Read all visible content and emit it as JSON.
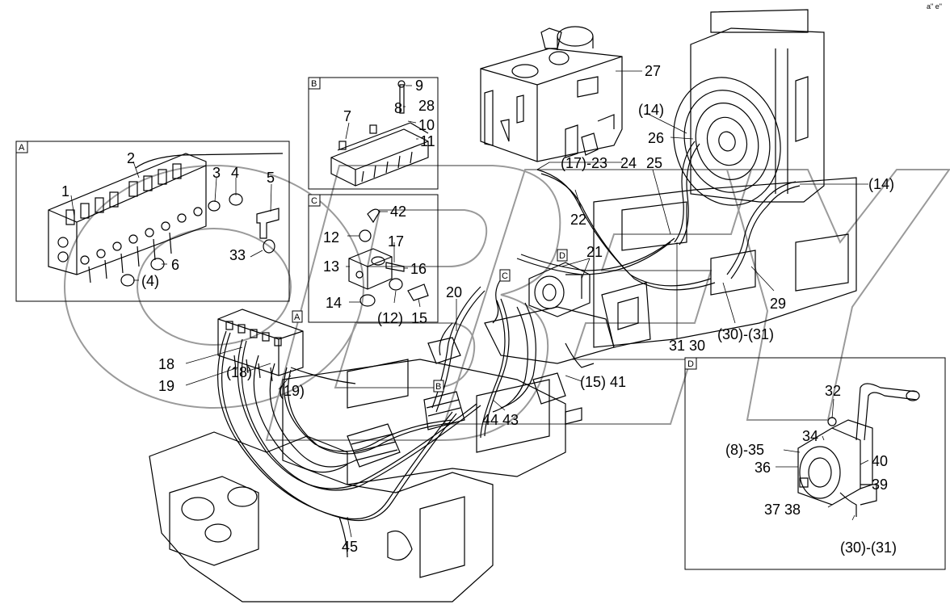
{
  "watermark": "OBEY",
  "corner_mark": "a\" e\"",
  "callouts": {
    "c1": "1",
    "c2": "2",
    "c3": "3",
    "c4": "4",
    "c5": "5",
    "c6": "6",
    "c4b": "(4)",
    "c33": "33",
    "c7": "7",
    "c8": "8",
    "c9": "9",
    "c28": "28",
    "c10": "10",
    "c11": "11",
    "c42": "42",
    "c12": "12",
    "c17": "17",
    "c13": "13",
    "c16": "16",
    "c14": "14",
    "c12b": "(12)",
    "c15": "15",
    "c27": "27",
    "c14a": "(14)",
    "c26": "26",
    "c17_23": "(17)-23",
    "c24": "24",
    "c25": "25",
    "c14b": "(14)",
    "c22": "22",
    "c21": "21",
    "c20": "20",
    "c29": "29",
    "c30_31": "(30)-(31)",
    "c31_30": "31 30",
    "c18": "18",
    "c19": "19",
    "c18b": "(18)",
    "c19b": "(19)",
    "c15_41": "(15) 41",
    "c44_43": "44 43",
    "c45": "45",
    "c32": "32",
    "c34": "34",
    "c8_35": "(8)-35",
    "c36": "36",
    "c40": "40",
    "c39": "39",
    "c37_38": "37 38",
    "c30_31b": "(30)-(31)"
  },
  "frames": {
    "A": "A",
    "B": "B",
    "C": "C",
    "D": "D"
  },
  "tags": {
    "A": "A",
    "B": "B",
    "C": "C",
    "D": "D"
  }
}
